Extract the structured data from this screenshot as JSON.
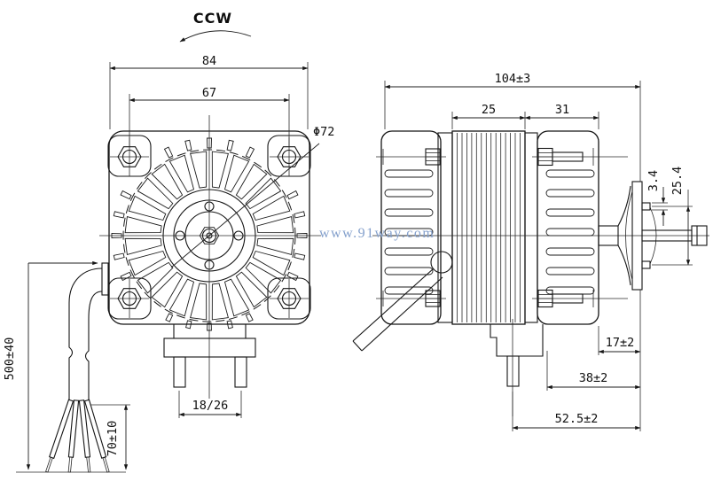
{
  "drawing": {
    "rotation_label": "CCW",
    "watermark": "www.91way.com",
    "colors": {
      "line": "#151515",
      "watermark": "#84a0cc",
      "background": "#ffffff"
    },
    "front_view": {
      "dim_flange_width": "84",
      "dim_hole_spacing": "67",
      "dim_stator_diameter": "Φ72",
      "dim_foot_spacing": "18/26",
      "dim_lead_length": "500±40",
      "dim_strip_length": "70±10"
    },
    "side_view": {
      "dim_overall_length": "104±3",
      "dim_stack_length": "25",
      "dim_rear_length": "31",
      "dim_stud_diameter": "3.4",
      "dim_stud_spacing": "25.4",
      "dim_17": "17±2",
      "dim_38": "38±2",
      "dim_525": "52.5±2"
    }
  }
}
